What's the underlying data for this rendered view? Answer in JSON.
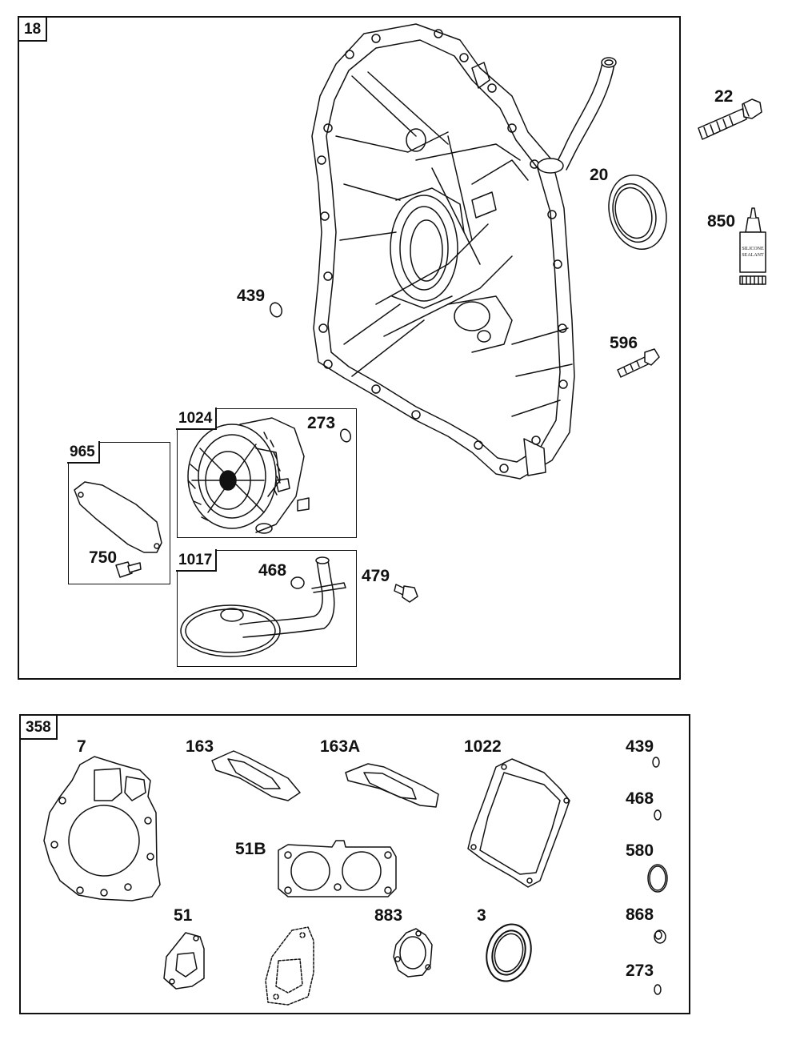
{
  "diagram": {
    "group_top": {
      "ref": "18"
    },
    "group_bottom": {
      "ref": "358"
    },
    "subgroups": [
      {
        "key": "oil_pump",
        "ref": "1024"
      },
      {
        "key": "cover_gasket",
        "ref": "965"
      },
      {
        "key": "pickup",
        "ref": "1017"
      }
    ],
    "callouts_top": {
      "bolt_22": "22",
      "seal_20": "20",
      "sealant_850": "850",
      "oring_439": "439",
      "screw_596": "596",
      "oring_273": "273",
      "screw_750": "750",
      "oring_468": "468",
      "screw_479": "479"
    },
    "tube_text": [
      "SILICONE",
      "SEALANT"
    ],
    "callouts_bottom": {
      "p7": "7",
      "p163": "163",
      "p163a": "163A",
      "p1022": "1022",
      "p439": "439",
      "p468": "468",
      "p580": "580",
      "p868": "868",
      "p273": "273",
      "p51b": "51B",
      "p51": "51",
      "p883": "883",
      "p3": "3"
    }
  }
}
